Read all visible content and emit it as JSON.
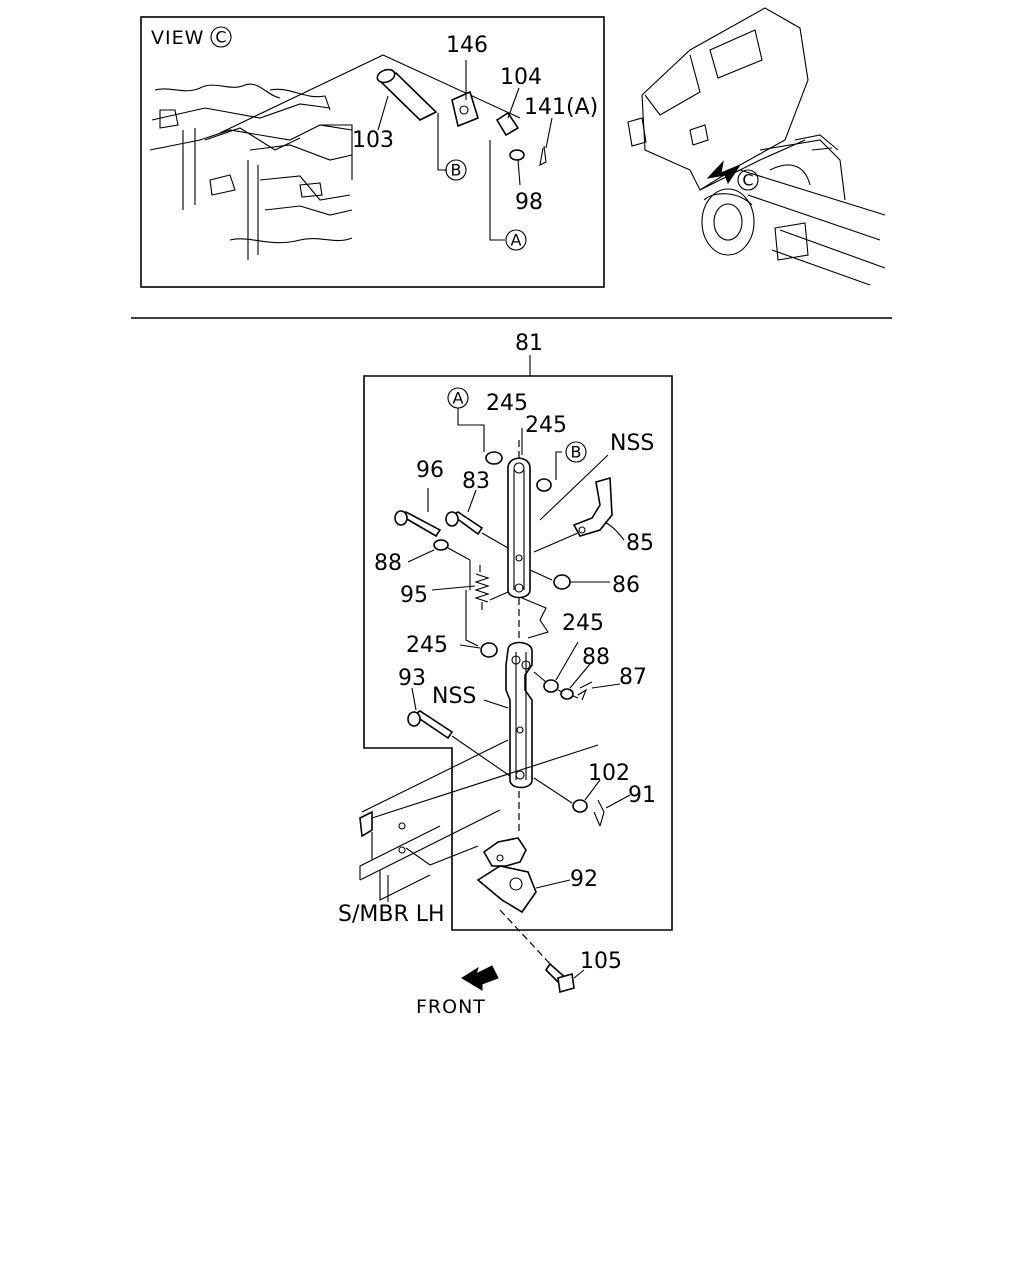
{
  "view_panel": {
    "title": "VIEW",
    "title_ref": "C",
    "callouts": {
      "p146": "146",
      "p104": "104",
      "p141": "141(A)",
      "p103": "103",
      "p98": "98",
      "ref_b": "B",
      "ref_a": "A"
    }
  },
  "truck_view": {
    "ref_c": "C"
  },
  "assembly": {
    "group": "81",
    "callouts": {
      "ref_a": "A",
      "ref_b": "B",
      "p245_top": "245",
      "p245_top2": "245",
      "nss_top": "NSS",
      "p96": "96",
      "p83": "83",
      "p85": "85",
      "p88_left": "88",
      "p86": "86",
      "p95": "95",
      "p245_mid": "245",
      "p245_mid2": "245",
      "p88_right": "88",
      "p87": "87",
      "p93": "93",
      "nss_mid": "NSS",
      "p102": "102",
      "p91": "91",
      "p92": "92",
      "smbr": "S/MBR LH",
      "p105": "105",
      "front": "FRONT"
    }
  }
}
